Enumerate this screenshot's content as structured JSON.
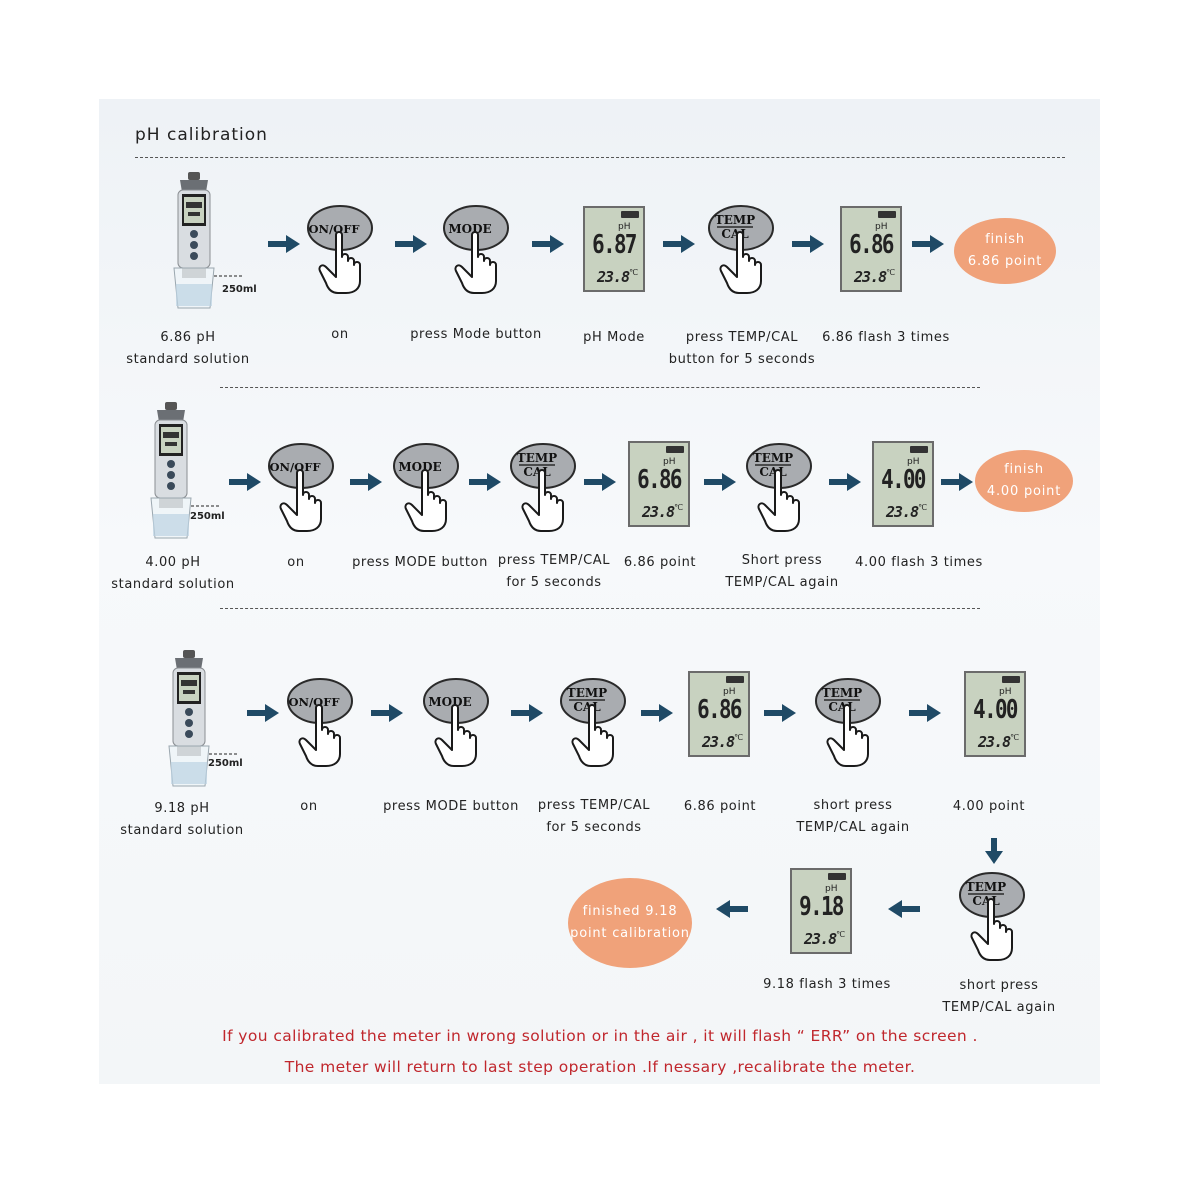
{
  "title": "pH calibration",
  "volume_label": "250ml",
  "buttons": {
    "onoff": "ON/OFF",
    "mode": "MODE",
    "temp": "TEMP",
    "cal": "CAL"
  },
  "lcd_unit": "pH",
  "rows": {
    "r1": {
      "solution": [
        "6.86  pH",
        "standard solution"
      ],
      "labels": {
        "on": [
          "on"
        ],
        "mode": [
          "press Mode button"
        ],
        "phmode": [
          "pH Mode"
        ],
        "temp": [
          "press TEMP/CAL",
          "button for 5 seconds"
        ],
        "flash": [
          "6.86 flash 3 times"
        ]
      },
      "lcd1": {
        "value": "6.87",
        "temp": "23.8"
      },
      "lcd2": {
        "value": "6.86",
        "temp": "23.8"
      },
      "finish": [
        "finish",
        "6.86 point"
      ]
    },
    "r2": {
      "solution": [
        "4.00 pH",
        "standard solution"
      ],
      "labels": {
        "on": [
          "on"
        ],
        "mode": [
          "press MODE button"
        ],
        "temp": [
          "press TEMP/CAL",
          "for 5 seconds"
        ],
        "p686": [
          "6.86 point"
        ],
        "short": [
          "Short press",
          "TEMP/CAL again"
        ],
        "flash": [
          "4.00 flash 3 times"
        ]
      },
      "lcd1": {
        "value": "6.86",
        "temp": "23.8"
      },
      "lcd2": {
        "value": "4.00",
        "temp": "23.8"
      },
      "finish": [
        "finish",
        "4.00 point"
      ]
    },
    "r3": {
      "solution": [
        "9.18 pH",
        "standard solution"
      ],
      "labels": {
        "on": [
          "on"
        ],
        "mode": [
          "press MODE button"
        ],
        "temp": [
          "press TEMP/CAL",
          "for 5 seconds"
        ],
        "p686": [
          "6.86 point"
        ],
        "short": [
          "short press",
          "TEMP/CAL again"
        ],
        "p400": [
          "4.00 point"
        ],
        "short2": [
          "short press",
          "TEMP/CAL again"
        ],
        "flash": [
          "9.18 flash 3 times"
        ]
      },
      "lcd1": {
        "value": "6.86",
        "temp": "23.8"
      },
      "lcd2": {
        "value": "4.00",
        "temp": "23.8"
      },
      "lcd3": {
        "value": "9.18",
        "temp": "23.8"
      },
      "finish": [
        "finished 9.18",
        "point calibration"
      ]
    }
  },
  "notes": [
    "If you calibrated the meter in wrong solution or in the air , it will flash “ ERR” on the screen .",
    "The meter will return to last step operation .If nessary ,recalibrate the meter."
  ],
  "colors": {
    "arrow": "#1f4a66",
    "note": "#c0272d",
    "finish": "#f0a27a",
    "lcd": "#c8d2c0"
  }
}
